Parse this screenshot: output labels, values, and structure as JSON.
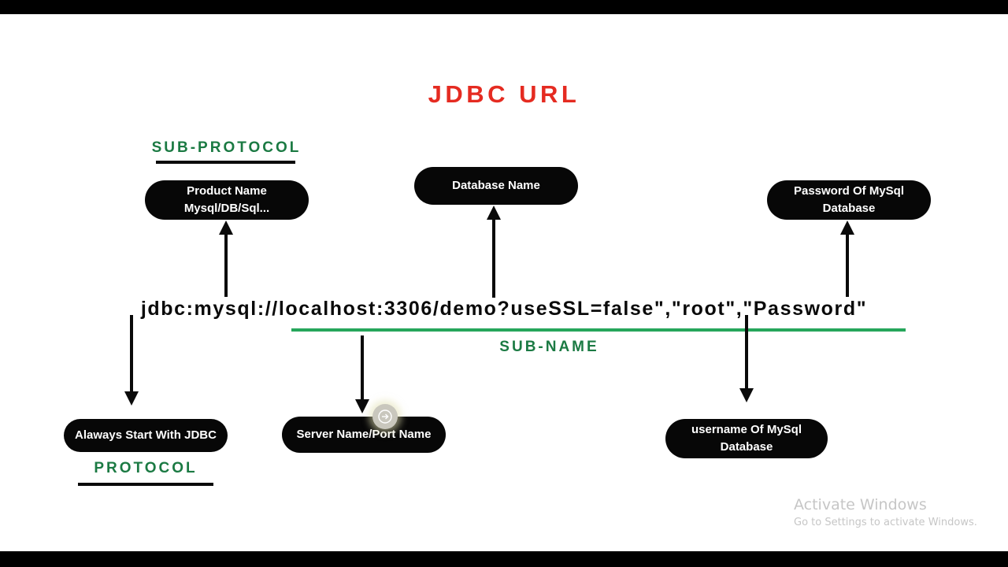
{
  "theme": {
    "background": "#ffffff",
    "letterbox": "#000000",
    "title_color": "#e52b21",
    "accent_green": "#1b7a43",
    "rule_green": "#26a65b",
    "pill_background": "#070707",
    "pill_text": "#ffffff",
    "url_text": "#0a0a0a",
    "watermark_text": "#c6c6c6"
  },
  "title": "JDBC URL",
  "url": {
    "text": "jdbc:mysql://localhost:3306/demo?useSSL=false\",\"root\",\"Password\""
  },
  "captions": {
    "sub_protocol": "SUB-PROTOCOL",
    "protocol": "PROTOCOL",
    "sub_name": "SUB-NAME"
  },
  "callouts": {
    "product_name": "Product Name\nMysql/DB/Sql...",
    "product_name_line1": "Product Name",
    "product_name_line2": "Mysql/DB/Sql...",
    "database_name": "Database Name",
    "password": "Password Of MySql\nDatabase",
    "password_line1": "Password Of MySql",
    "password_line2": "Database",
    "protocol_note": "Alaways Start With JDBC",
    "server_port": "Server Name/Port Name",
    "username": "username Of MySql\nDatabase",
    "username_line1": "username Of MySql",
    "username_line2": "Database"
  },
  "player": {
    "next_button_label": "→"
  },
  "watermark": {
    "title": "Activate Windows",
    "subtitle": "Go to Settings to activate Windows."
  }
}
